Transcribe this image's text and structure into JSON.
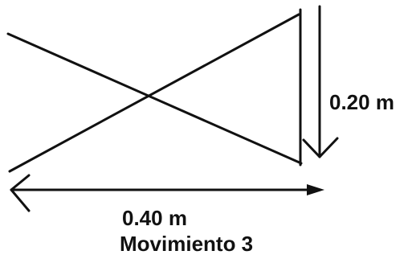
{
  "labels": {
    "vertical_distance": "0.20 m",
    "horizontal_distance": "0.40 m",
    "caption": "Movimiento 3"
  },
  "colors": {
    "line": "#111111",
    "background": "#ffffff"
  }
}
